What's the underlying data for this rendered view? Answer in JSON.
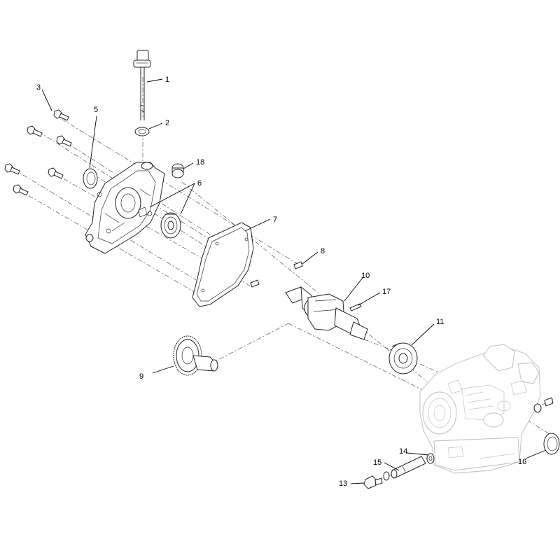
{
  "callouts": [
    {
      "id": "1",
      "text": "1"
    },
    {
      "id": "2",
      "text": "2"
    },
    {
      "id": "3",
      "text": "3"
    },
    {
      "id": "5",
      "text": "5"
    },
    {
      "id": "6",
      "text": "6"
    },
    {
      "id": "7",
      "text": "7"
    },
    {
      "id": "8",
      "text": "8"
    },
    {
      "id": "9",
      "text": "9"
    },
    {
      "id": "10",
      "text": "10"
    },
    {
      "id": "11",
      "text": "11"
    },
    {
      "id": "13",
      "text": "13"
    },
    {
      "id": "14",
      "text": "14"
    },
    {
      "id": "15",
      "text": "15"
    },
    {
      "id": "16",
      "text": "16"
    },
    {
      "id": "17",
      "text": "17"
    },
    {
      "id": "18",
      "text": "18"
    }
  ]
}
